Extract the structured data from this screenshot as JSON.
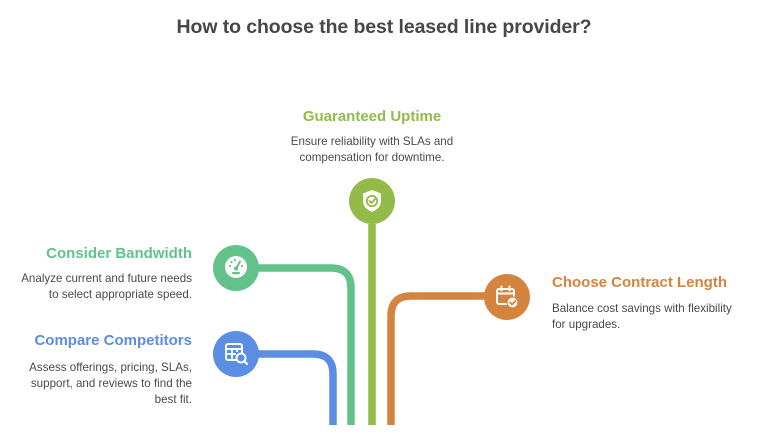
{
  "title": "How to choose the best leased line provider?",
  "colors": {
    "uptime": "#92bb49",
    "bandwidth": "#62c28a",
    "competitors": "#5b8de3",
    "contract": "#d4843e",
    "text": "#4a4a4a"
  },
  "items": [
    {
      "id": "guaranteed-uptime",
      "heading": "Guaranteed Uptime",
      "description_lines": [
        "Ensure reliability with SLAs and",
        "compensation for downtime."
      ],
      "icon": "shield-check-icon",
      "color": "#92bb49"
    },
    {
      "id": "consider-bandwidth",
      "heading": "Consider Bandwidth",
      "description_lines": [
        "Analyze current and future needs",
        "to select appropriate speed."
      ],
      "icon": "speedometer-icon",
      "color": "#62c28a"
    },
    {
      "id": "compare-competitors",
      "heading": "Compare Competitors",
      "description_lines": [
        "Assess offerings, pricing, SLAs,",
        "support, and reviews to find the",
        "best fit."
      ],
      "icon": "table-search-icon",
      "color": "#5b8de3"
    },
    {
      "id": "choose-contract-length",
      "heading": "Choose Contract Length",
      "description_lines": [
        "Balance cost savings with flexibility",
        "for upgrades."
      ],
      "icon": "calendar-check-icon",
      "color": "#d4843e"
    }
  ]
}
